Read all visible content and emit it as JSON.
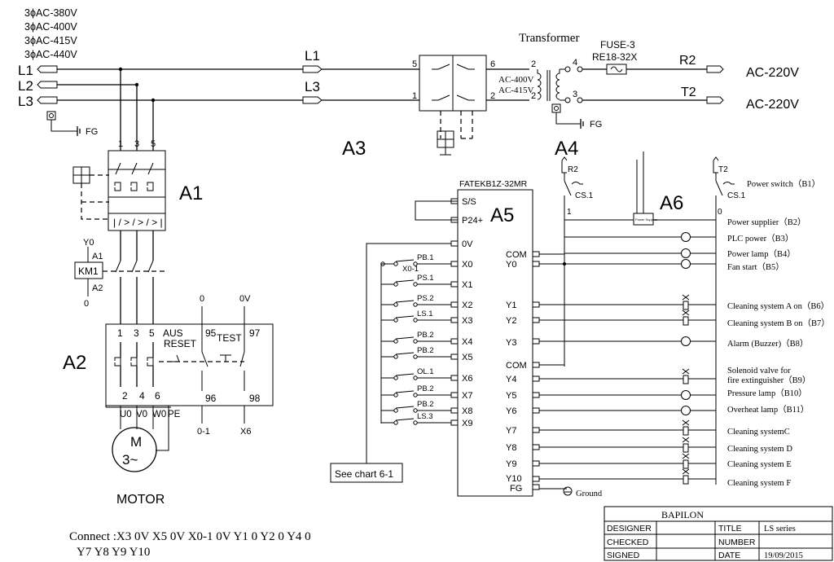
{
  "voltages": [
    "3ϕAC-380V",
    "3ϕAC-400V",
    "3ϕAC-415V",
    "3ϕAC-440V"
  ],
  "phases": [
    "L1",
    "L2",
    "L3"
  ],
  "fg": "FG",
  "line_l1": "L1",
  "line_l3": "L3",
  "area_a3": "A3",
  "area_a4": "A4",
  "area_a1": "A1",
  "area_a2": "A2",
  "area_a5": "A5",
  "area_a6": "A6",
  "transformer": {
    "title": "Transformer",
    "primary_a": "AC-400V",
    "primary_b": "AC-415V",
    "t5": "5",
    "t1": "1",
    "t6": "6",
    "t2l": "2",
    "s2": "2",
    "s2b": "2",
    "s4": "4",
    "s3": "3"
  },
  "fuse": {
    "name": "FUSE-3",
    "part": "RE18-32X"
  },
  "outputs": {
    "r2": "R2",
    "t2": "T2",
    "voltage": "AC-220V"
  },
  "breaker": {
    "t1": "1",
    "t3": "3",
    "t5": "5"
  },
  "km": {
    "label": "KM1",
    "top": "Y0",
    "a1": "A1",
    "a2": "A2",
    "bottom": "0"
  },
  "overload": {
    "t1": "1",
    "t3": "3",
    "t5": "5",
    "aus": "AUS",
    "reset": "RESET",
    "t95": "95",
    "test": "TEST",
    "t97": "97",
    "b2": "2",
    "b4": "4",
    "b6": "6",
    "t96": "96",
    "t98": "98",
    "top0": "0",
    "top0v": "0V",
    "bot01": "0-1",
    "botx6": "X6"
  },
  "motor": {
    "terminals": [
      "U0",
      "V0",
      "W0",
      "PE"
    ],
    "symbol_m": "M",
    "symbol_3": "3~",
    "label": "MOTOR"
  },
  "plc": {
    "model": "FATEKB1Z-32MR",
    "left_top": [
      "S/S",
      "P24+"
    ],
    "inputs": [
      "0V",
      "X0",
      "X1",
      "X2",
      "X3",
      "X4",
      "X5",
      "X6",
      "X7",
      "X8",
      "X9"
    ],
    "input_devices": [
      "PB.1",
      "X0-1",
      "PS.1",
      "PS.2",
      "LS.1",
      "PB.2",
      "PB.2",
      "OL.1",
      "PB.2",
      "PB.2",
      "LS.3"
    ],
    "right": [
      "COM",
      "Y0",
      "Y1",
      "Y2",
      "Y3",
      "COM",
      "Y4",
      "Y5",
      "Y6",
      "Y7",
      "Y8",
      "Y9",
      "Y10",
      "FG"
    ]
  },
  "see_chart": "See chart 6-1",
  "cs_left": {
    "r2": "R2",
    "cs": "CS.1",
    "n": "1"
  },
  "cs_right": {
    "t2": "T2",
    "cs": "CS.1",
    "n": "0"
  },
  "psu_label": "Power Supplier",
  "loads": [
    {
      "text": "Power switch（B1）"
    },
    {
      "text": "Power supplier（B2）"
    },
    {
      "text": "PLC power（B3）"
    },
    {
      "text": "Power lamp（B4）"
    },
    {
      "text": "Fan start（B5）"
    },
    {
      "text": "Cleaning system A  on（B6）"
    },
    {
      "text": "Cleaning system B  on（B7）"
    },
    {
      "text": "Alarm (Buzzer)（B8）"
    },
    {
      "text": "Solenoid valve for"
    },
    {
      "text": "fire extinguisher（B9）"
    },
    {
      "text": "Pressure lamp（B10）"
    },
    {
      "text": "Overheat lamp（B11）"
    },
    {
      "text": "Cleaning systemC"
    },
    {
      "text": "Cleaning system D"
    },
    {
      "text": "Cleaning system E"
    },
    {
      "text": "Cleaning system F"
    }
  ],
  "ground": "Ground",
  "connect": {
    "line1": "Connect :X3   0V   X5   0V   X0-1  0V   Y1   0   Y2   0   Y4   0",
    "line2": "Y7   Y8  Y9  Y10"
  },
  "titleblock": {
    "company": "BAPILON",
    "designer": "DESIGNER",
    "checked": "CHECKED",
    "signed": "SIGNED",
    "title_k": "TITLE",
    "title_v": "LS series",
    "number_k": "NUMBER",
    "date_k": "DATE",
    "date_v": "19/09/2015"
  }
}
